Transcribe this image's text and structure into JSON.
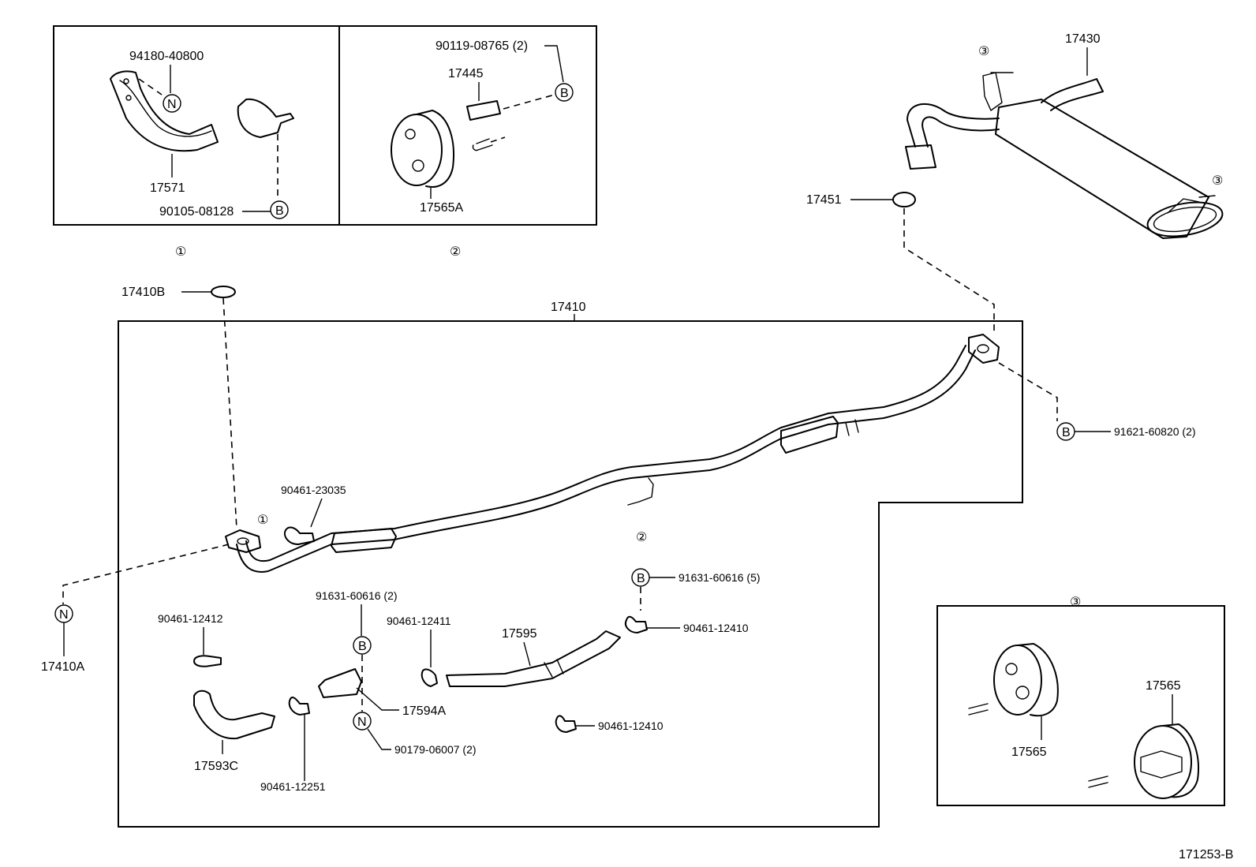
{
  "diagram_number": "171253-B",
  "callouts": {
    "one": "①",
    "two": "②",
    "three": "③",
    "B": "B",
    "N": "N"
  },
  "inset1": {
    "parts": {
      "bolt_n": "94180-40800",
      "bracket": "17571",
      "bolt_b": "90105-08128"
    }
  },
  "inset2": {
    "parts": {
      "bolt_b": "90119-08765 (2)",
      "pin": "17445",
      "support": "17565A"
    }
  },
  "inset3": {
    "parts": {
      "support_upper": "17565",
      "support_lower": "17565"
    }
  },
  "muffler": {
    "tail_pipe": "17430",
    "gasket": "17451"
  },
  "main": {
    "pipe_assembly": "17410",
    "gasket_top": "17410B",
    "gasket_front": "17410A",
    "bolt_b_right": "91621-60820 (2)",
    "clamp_23035": "90461-23035",
    "bolt_b_center": "91631-60616 (2)",
    "bolt_b_rear": "91631-60616 (5)",
    "clamp_12412": "90461-12412",
    "clamp_12411": "90461-12411",
    "clamp_12410_a": "90461-12410",
    "clamp_12410_b": "90461-12410",
    "protector_c": "17593C",
    "clamp_12251": "90461-12251",
    "protector_a": "17594A",
    "bolt_n": "90179-06007 (2)",
    "protector_rear": "17595"
  }
}
